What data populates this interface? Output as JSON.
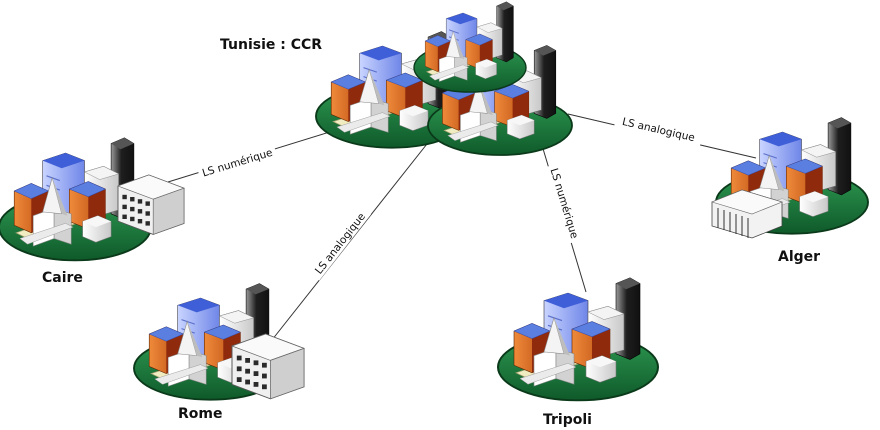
{
  "nodes": {
    "ccr": {
      "label": "Tunisie : CCR"
    },
    "caire": {
      "label": "Caire"
    },
    "rome": {
      "label": "Rome"
    },
    "tripoli": {
      "label": "Tripoli"
    },
    "alger": {
      "label": "Alger"
    }
  },
  "links": {
    "ccr_caire": {
      "label": "LS numérique"
    },
    "ccr_rome": {
      "label": "LS analogique"
    },
    "ccr_tripoli": {
      "label": "LS numérique"
    },
    "ccr_alger": {
      "label": "LS analogique"
    }
  },
  "colors": {
    "ground": "#1c7a3a",
    "ground_outline": "#0b3a1a",
    "roof_blue": "#5b7fe0",
    "block_orange": "#d8661c",
    "block_red": "#9a2a12",
    "tower_dark": "#2a2a2a",
    "line": "#333333"
  }
}
